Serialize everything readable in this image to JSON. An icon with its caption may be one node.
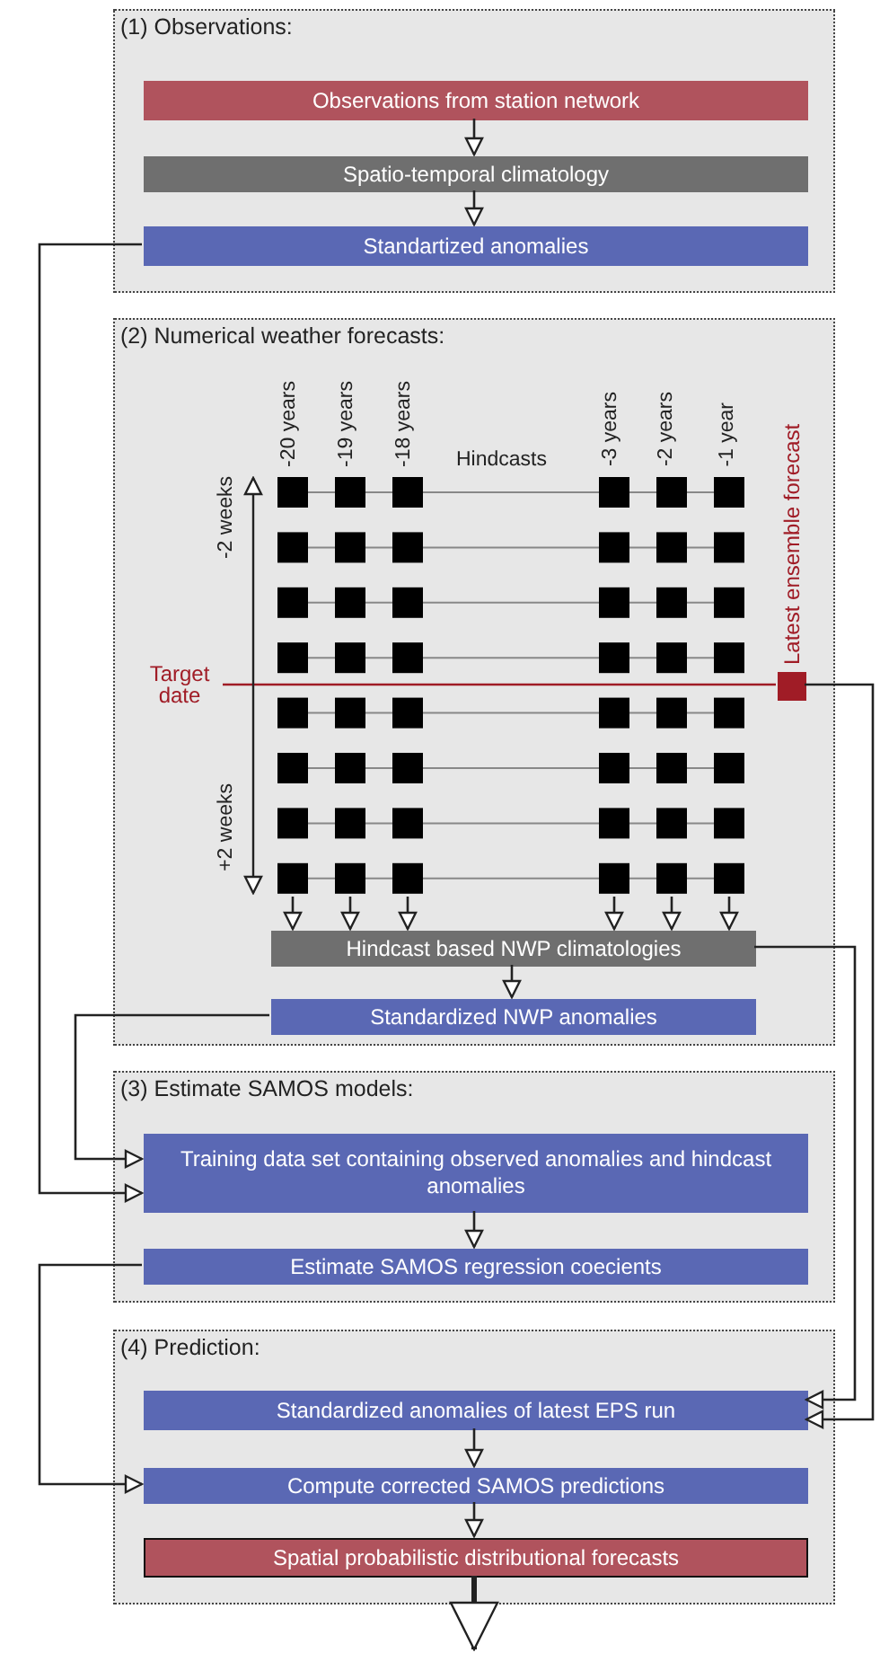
{
  "diagram": {
    "nodes": [
      {
        "text": [
          "(1) Observations:"
        ]
      },
      {
        "text": [
          "Observations from station network"
        ],
        "in": 0
      },
      {
        "text": [
          "Spatio-temporal climatology"
        ],
        "in": 0
      },
      {
        "text": [
          "Standartized anomalies"
        ],
        "in": 0
      },
      {
        "text": [
          "(2) Numerical weather forecasts:"
        ]
      },
      {
        "text": [],
        "shape": "box",
        "in": 4,
        "beside": [
          "Latest ensemble forecast"
        ]
      },
      {
        "text": [
          "Hindcast based NWP climatologies"
        ],
        "in": 4
      },
      {
        "text": [
          "Standardized NWP anomalies"
        ],
        "in": 4
      },
      {
        "text": [
          "(3) Estimate SAMOS models:"
        ]
      },
      {
        "text": [
          "Training data set containing observed anomalies and hindcast anomalies"
        ],
        "in": 8
      },
      {
        "text": [
          "Estimate SAMOS regression coecients"
        ],
        "in": 8
      },
      {
        "text": [
          "(4) Prediction:"
        ]
      },
      {
        "text": [
          "Standardized anomalies of latest EPS run"
        ],
        "in": 11
      },
      {
        "text": [
          "Compute corrected SAMOS predictions"
        ],
        "in": 11
      },
      {
        "text": [
          "Spatial probabilistic distributional forecasts"
        ],
        "in": 11
      }
    ],
    "edges": [
      {
        "from": 1,
        "to": 2,
        "arrow": "to"
      },
      {
        "from": 2,
        "to": 3,
        "arrow": "to"
      },
      {
        "from": 3,
        "to": 9,
        "arrow": "to"
      },
      {
        "from": null,
        "to": 6,
        "arrow": "to"
      },
      {
        "from": null,
        "to": 6,
        "arrow": "to"
      },
      {
        "from": null,
        "to": 6,
        "arrow": "to"
      },
      {
        "from": null,
        "to": 6,
        "arrow": "to"
      },
      {
        "from": null,
        "to": 6,
        "arrow": "to"
      },
      {
        "from": null,
        "to": 6,
        "arrow": "to"
      },
      {
        "from": 6,
        "to": 7,
        "arrow": "to"
      },
      {
        "from": 7,
        "to": 9,
        "arrow": "to"
      },
      {
        "from": 6,
        "to": 12,
        "arrow": "to"
      },
      {
        "from": 5,
        "to": 12,
        "arrow": "to"
      },
      {
        "from": 9,
        "to": 10,
        "arrow": "to"
      },
      {
        "from": 10,
        "to": 13,
        "arrow": "to"
      },
      {
        "from": 12,
        "to": 13,
        "arrow": "to"
      },
      {
        "from": 13,
        "to": 14,
        "arrow": "to"
      },
      {
        "from": 14,
        "to": null,
        "arrow": "to",
        "style": "thick"
      }
    ],
    "labels": [
      "-20 years",
      "-19 years",
      "-18 years",
      "Hindcasts",
      "-3 years",
      "-2 years",
      "-1 year",
      "-2 weeks",
      "Target date",
      "+2 weeks"
    ]
  }
}
